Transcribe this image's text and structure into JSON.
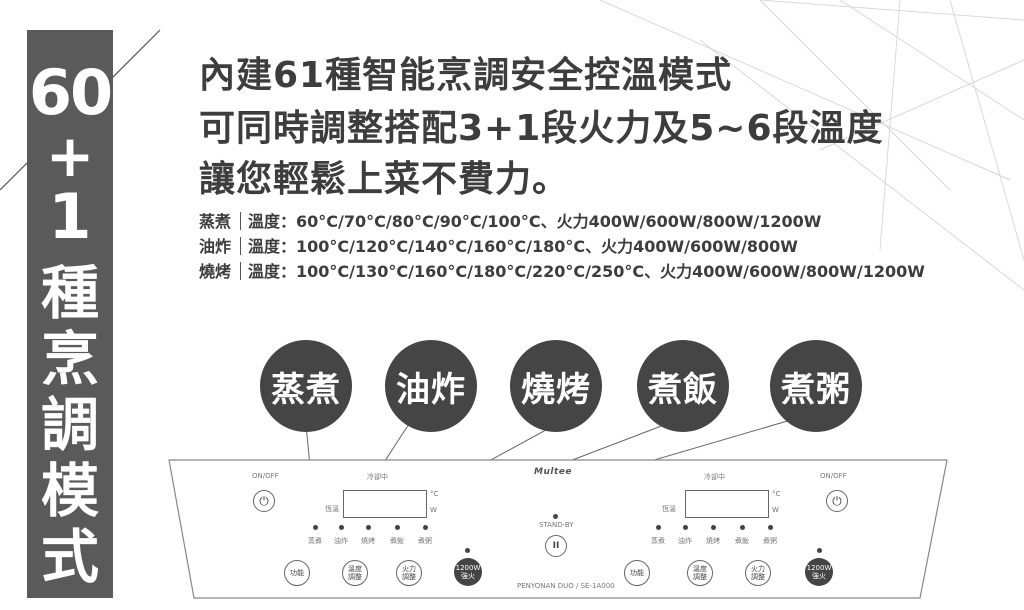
{
  "side": {
    "line1": "60",
    "line2": "+",
    "line3": "1",
    "chars": [
      "種",
      "烹",
      "調",
      "模",
      "式"
    ]
  },
  "headline": {
    "line1": "內建61種智能烹調安全控溫模式",
    "line2": "可同時調整搭配3+1段火力及5~6段溫度",
    "line3": "讓您輕鬆上菜不費力。"
  },
  "specs": [
    {
      "mode": "蒸煮",
      "detail": "溫度：60°C/70°C/80°C/90°C/100°C、火力400W/600W/800W/1200W"
    },
    {
      "mode": "油炸",
      "detail": "溫度：100°C/120°C/140°C/160°C/180°C、火力400W/600W/800W"
    },
    {
      "mode": "燒烤",
      "detail": "溫度：100°C/130°C/160°C/180°C/220°C/250°C、火力400W/600W/800W/1200W"
    }
  ],
  "modes": [
    "蒸煮",
    "油炸",
    "燒烤",
    "煮飯",
    "煮粥"
  ],
  "panel": {
    "brand": "Multee",
    "onoff_label": "ON/OFF",
    "keep_warm": "冷卻中",
    "standby": "STAND-BY",
    "unit_c": "°C",
    "unit_w": "W",
    "temp_tag": "恆溫",
    "model": "PENYONAN DUO / SE-1A000",
    "mode_labels": [
      "蒸煮",
      "油炸",
      "燒烤",
      "煮飯",
      "煮粥"
    ],
    "func_label": "功能",
    "temp_adjust": "溫度\n調整",
    "power_adjust": "火力\n調整",
    "boost": "1200W\n強火"
  },
  "colors": {
    "banner": "#5a5a5a",
    "circle": "#454545",
    "text": "#3d3d3d"
  }
}
